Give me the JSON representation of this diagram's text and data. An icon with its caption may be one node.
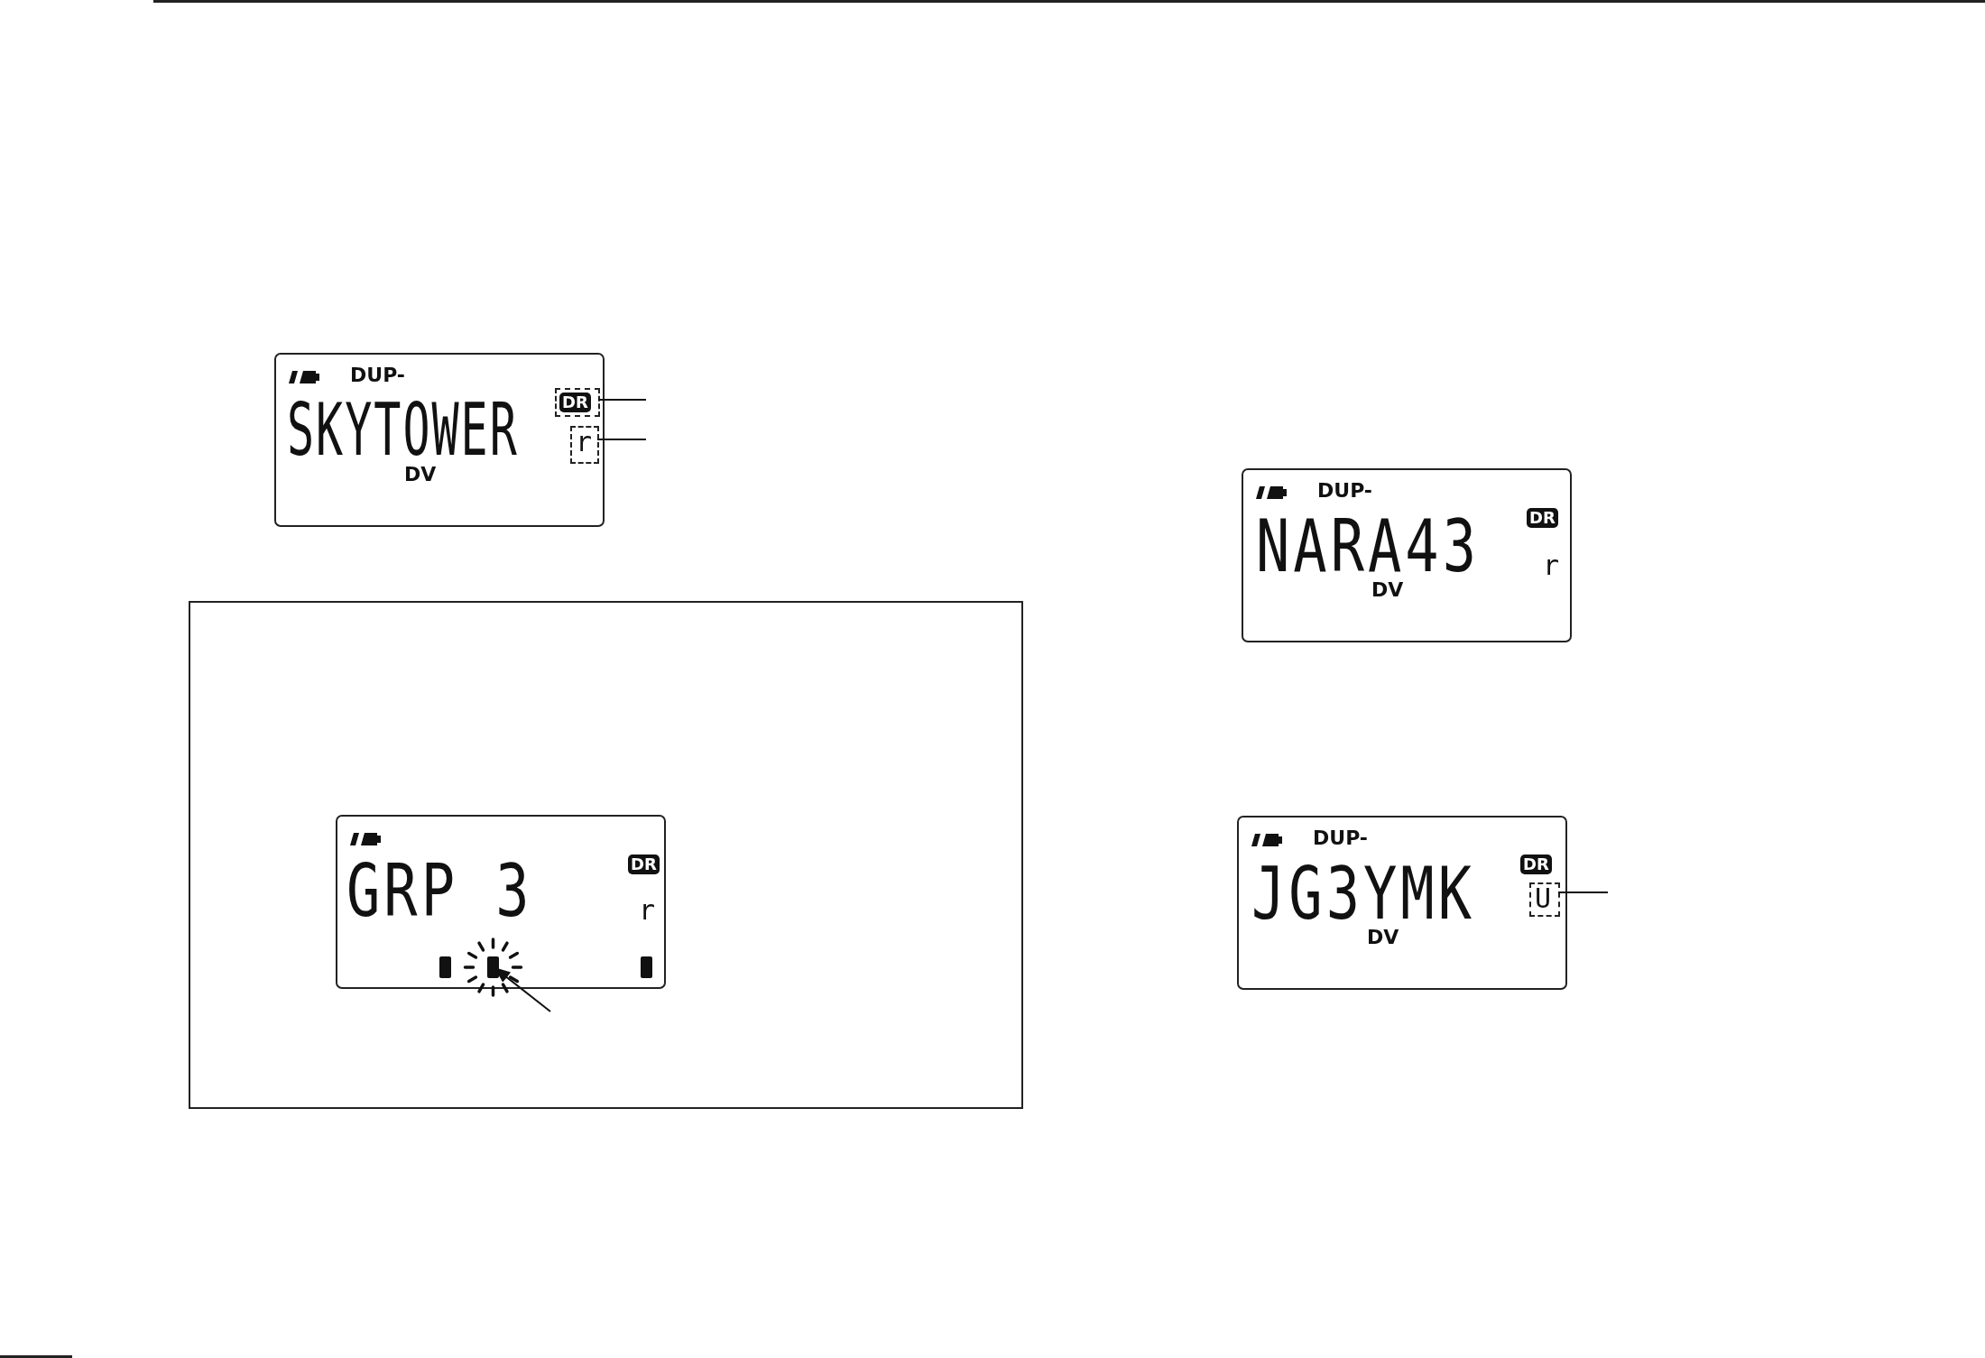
{
  "diagram": {
    "nodes": [
      {
        "text": [
          "DUP-",
          "SKYTOWER",
          "DV"
        ]
      },
      {
        "text": [
          "DR"
        ],
        "in": 0
      },
      {
        "text": [
          "r"
        ],
        "in": 0
      },
      {
        "text": [],
        "shape": "box"
      },
      {
        "text": [
          "GRP 3"
        ],
        "in": 3
      },
      {
        "text": [
          "DR"
        ],
        "in": 4
      },
      {
        "text": [
          "r"
        ],
        "in": 4
      },
      {
        "text": [],
        "shape": "bar",
        "in": 4
      },
      {
        "text": [],
        "shape": "bar",
        "in": 4
      },
      {
        "text": [],
        "shape": "bar",
        "in": 4
      },
      {
        "text": [
          "DUP-",
          "NARA43",
          "DV"
        ]
      },
      {
        "text": [
          "DR"
        ],
        "in": 10
      },
      {
        "text": [
          "r"
        ],
        "in": 10
      },
      {
        "text": [
          "DUP-",
          "JG3YMK",
          "DV"
        ]
      },
      {
        "text": [
          "DR"
        ],
        "in": 13
      },
      {
        "text": [
          "U"
        ],
        "in": 13
      }
    ],
    "edges": [
      {
        "from": 1,
        "to": null,
        "arrow": "none"
      },
      {
        "from": 2,
        "to": null,
        "arrow": "none"
      },
      {
        "from": null,
        "to": 8,
        "arrow": "to"
      },
      {
        "from": 15,
        "to": null,
        "arrow": "none"
      }
    ]
  }
}
